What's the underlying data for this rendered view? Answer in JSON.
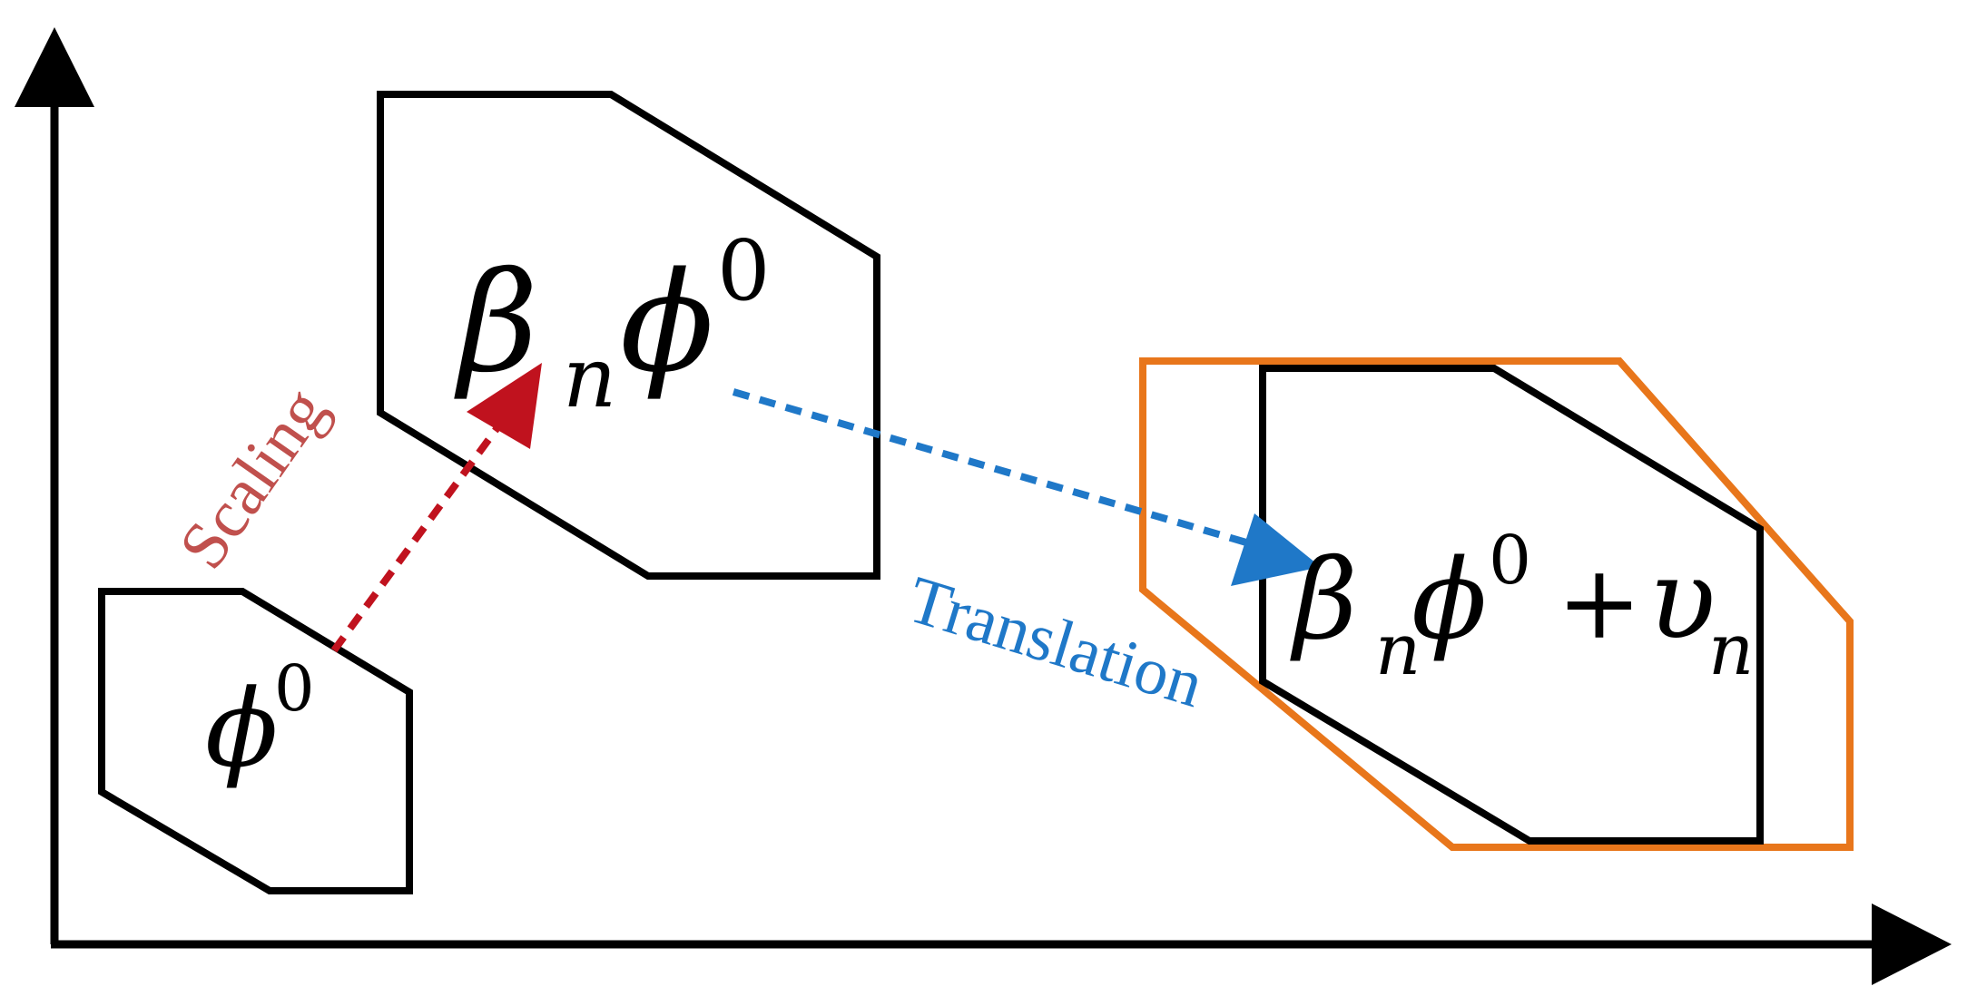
{
  "colors": {
    "axis": "#000000",
    "polygon": "#000000",
    "bound": "#E8761B",
    "scaling": "#C0121E",
    "scaling_text": "#C0504D",
    "translation": "#1F78C8"
  },
  "labels": {
    "small": {
      "phi": "ϕ",
      "sup": "0"
    },
    "medium": {
      "beta": "β",
      "sub": "n",
      "phi": "ϕ",
      "sup": "0"
    },
    "large": {
      "beta": "β",
      "sub1": "n",
      "phi": "ϕ",
      "sup": "0",
      "plus": "+",
      "upsilon": "υ",
      "sub2": "n"
    }
  },
  "arrows": {
    "scaling_label": "Scaling",
    "translation_label": "Translation"
  }
}
